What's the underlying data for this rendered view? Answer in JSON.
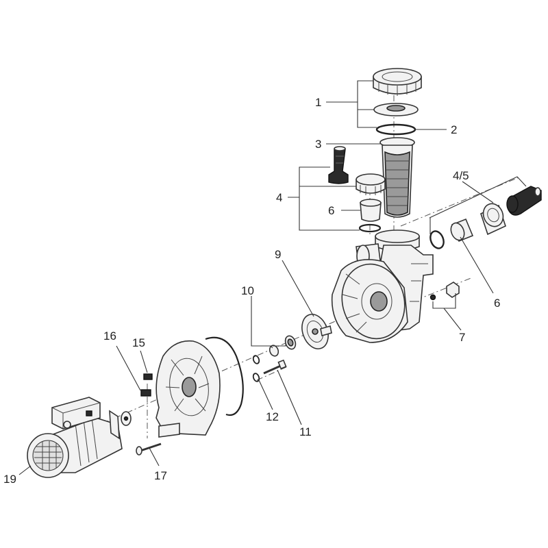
{
  "diagram": {
    "part_labels": [
      {
        "id": "p1",
        "text": "1"
      },
      {
        "id": "p2",
        "text": "2"
      },
      {
        "id": "p3",
        "text": "3"
      },
      {
        "id": "p4a",
        "text": "4"
      },
      {
        "id": "p45",
        "text": "4/5"
      },
      {
        "id": "p6a",
        "text": "6"
      },
      {
        "id": "p6b",
        "text": "6"
      },
      {
        "id": "p7",
        "text": "7"
      },
      {
        "id": "p9",
        "text": "9"
      },
      {
        "id": "p10",
        "text": "10"
      },
      {
        "id": "p11",
        "text": "11"
      },
      {
        "id": "p12",
        "text": "12"
      },
      {
        "id": "p15",
        "text": "15"
      },
      {
        "id": "p16",
        "text": "16"
      },
      {
        "id": "p17",
        "text": "17"
      },
      {
        "id": "p19",
        "text": "19"
      }
    ]
  }
}
